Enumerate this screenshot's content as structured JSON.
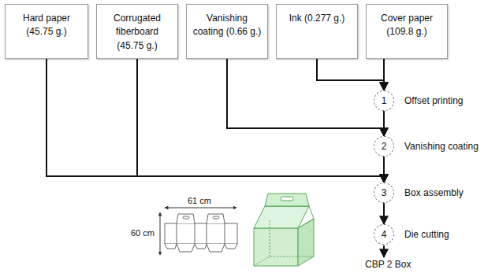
{
  "diagram": {
    "nodes": [
      {
        "text": [
          "Hard paper (45.75 g.)"
        ]
      },
      {
        "text": [
          "Corrugated fiberboard (45.75 g.)"
        ]
      },
      {
        "text": [
          "Vanishing coating (0.66 g.)"
        ]
      },
      {
        "text": [
          "Ink (0.277 g.)"
        ]
      },
      {
        "text": [
          "Cover paper (109.8 g.)"
        ]
      },
      {
        "text": [
          "1",
          "Offset printing"
        ]
      },
      {
        "text": [
          "2",
          "Vanishing coating"
        ]
      },
      {
        "text": [
          "3",
          "Box assembly"
        ]
      },
      {
        "text": [
          "4",
          "Die cutting"
        ]
      }
    ],
    "edges": [
      {
        "from": 3,
        "to": 5,
        "arrow": "to"
      },
      {
        "from": 4,
        "to": 5,
        "arrow": "to"
      },
      {
        "from": 2,
        "to": 6,
        "arrow": "to"
      },
      {
        "from": 5,
        "to": 6,
        "arrow": "to"
      },
      {
        "from": 0,
        "to": 7,
        "arrow": "to"
      },
      {
        "from": 1,
        "to": 7,
        "arrow": "to"
      },
      {
        "from": 6,
        "to": 7,
        "arrow": "to"
      },
      {
        "from": 7,
        "to": 8,
        "arrow": "to"
      }
    ],
    "labels": [
      "61 cm",
      "60 cm",
      "CBP 2 Box"
    ]
  }
}
